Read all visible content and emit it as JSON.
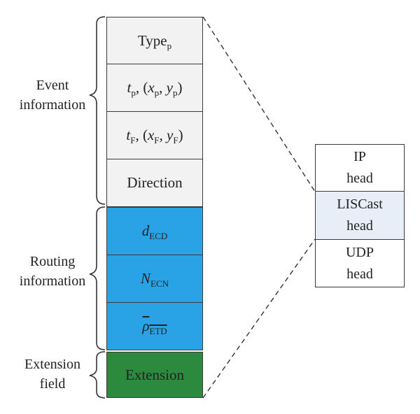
{
  "groups": {
    "event": "Event\ninformation",
    "routing": "Routing\ninformation",
    "extension": "Extension\nfield"
  },
  "fields": {
    "type": {
      "main": "Type",
      "sub": "p"
    },
    "tp": {
      "t": "t",
      "t_sub": "p",
      "open": ", (",
      "x": "x",
      "x_sub": "p",
      "comma": ", ",
      "y": "y",
      "y_sub": "p",
      "close": ")"
    },
    "tf": {
      "t": "t",
      "t_sub": "F",
      "open": ", (",
      "x": "x",
      "x_sub": "F",
      "comma": ", ",
      "y": "y",
      "y_sub": "F",
      "close": ")"
    },
    "direction": "Direction",
    "d_ecd": {
      "main": "d",
      "sub": "ECD"
    },
    "n_ecn": {
      "main": "N",
      "sub": "ECN"
    },
    "rho_etd": {
      "main": "ρ",
      "sub": "ETD"
    },
    "extension": "Extension"
  },
  "packet": {
    "ip": "IP\nhead",
    "liscast": "LISCast\nhead",
    "udp": "UDP\nhead"
  },
  "colors": {
    "event_fill": "#f2f2f2",
    "routing_fill": "#29a3e6",
    "extension_fill": "#2b8a3e",
    "liscast_fill": "#e8eef8"
  }
}
